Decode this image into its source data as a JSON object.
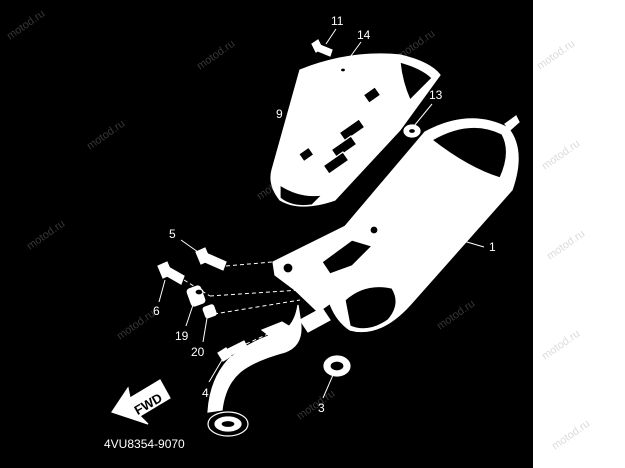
{
  "watermark": "motod.ru",
  "diagram_code": "4VU8354-9070",
  "direction_arrow_label": "FWD",
  "callouts": {
    "c1": "1",
    "c3": "3",
    "c4": "4",
    "c5": "5",
    "c6": "6",
    "c9": "9",
    "c11": "11",
    "c13": "13",
    "c14": "14",
    "c19": "19",
    "c20": "20"
  }
}
